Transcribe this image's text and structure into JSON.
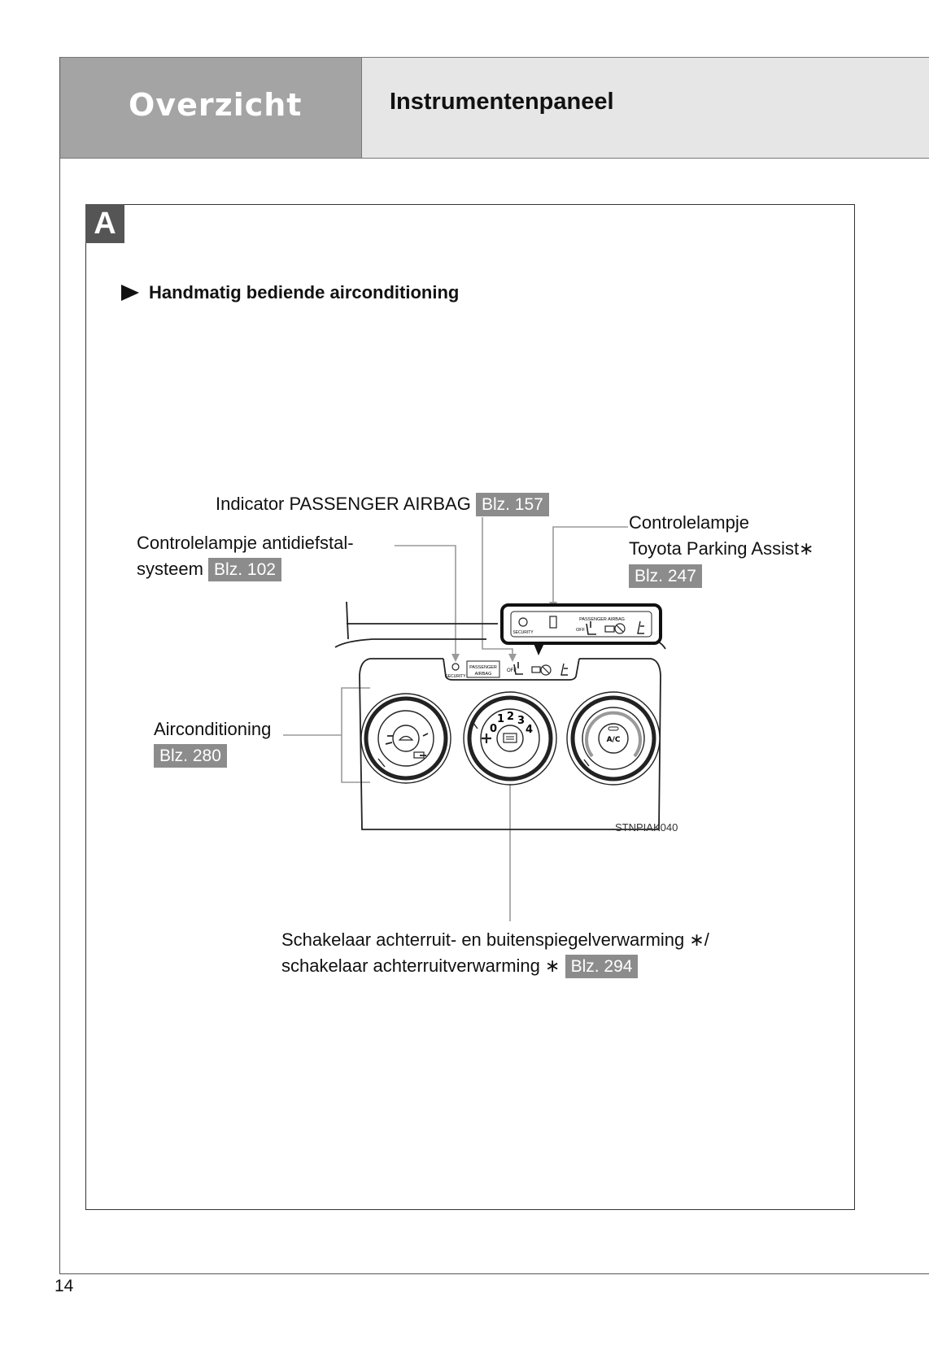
{
  "header": {
    "section": "Overzicht",
    "title": "Instrumentenpaneel"
  },
  "panel": {
    "badge": "A",
    "subtitle": "Handmatig bediende airconditioning"
  },
  "callouts": {
    "airbag": {
      "text": "Indicator PASSENGER AIRBAG",
      "ref": "Blz. 157"
    },
    "security": {
      "line1": "Controlelampje antidiefstal-",
      "line2": "systeem",
      "ref": "Blz. 102"
    },
    "parking": {
      "line1": "Controlelampje",
      "line2": "Toyota Parking Assist∗",
      "ref": "Blz. 247"
    },
    "aircon": {
      "text": "Airconditioning",
      "ref": "Blz. 280"
    },
    "defogger": {
      "line1": "Schakelaar achterruit- en buitenspiegelverwarming ∗/",
      "line2": "schakelaar achterruitverwarming ∗",
      "ref": "Blz. 294"
    }
  },
  "figure": {
    "code": "STNPIAK040",
    "indicator_labels": {
      "security": "SECURITY",
      "passenger_airbag": "PASSENGER AIRBAG",
      "passenger": "PASSENGER",
      "airbag": "AIRBAG",
      "off": "OFF",
      "ac": "A/C"
    },
    "fan_speeds": [
      "0",
      "1",
      "2",
      "3",
      "4"
    ]
  },
  "page_number": "14"
}
